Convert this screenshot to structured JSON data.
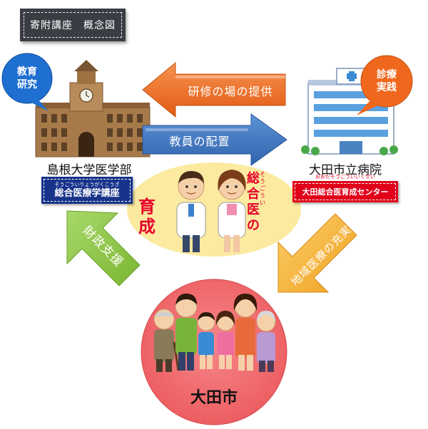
{
  "title": "寄附講座　概念図",
  "university": {
    "name": "島根大学医学部",
    "bubble_line1": "教育",
    "bubble_line2": "研究",
    "department": "総合医療学講座",
    "department_ruby": "そうごういりょうがくこうざ"
  },
  "hospital": {
    "name": "大田市立病院",
    "bubble_line1": "診療",
    "bubble_line2": "実践",
    "center": "大田総合医育成センター",
    "center_ruby": "おおだそうごういいくせい"
  },
  "city": {
    "name": "大田市"
  },
  "center_oval": {
    "left_text": "育成",
    "right_text": "総合医の",
    "right_ruby": "そうごうい"
  },
  "arrows": {
    "training": "研修の場の提供",
    "staff": "教員の配置",
    "finance": "財政支援",
    "regional": "地域医療の充実"
  },
  "colors": {
    "orange_arrow": "#e8661f",
    "blue_arrow": "#3d73bd",
    "green_arrow": "#8cc63e",
    "yellow_arrow": "#f6b133",
    "city_circle": "#f16868",
    "oval": "#fbeaa0",
    "navy_tag": "#17338a",
    "red_tag": "#e1001a",
    "bubble_blue": "#1f6fd1",
    "bubble_orange": "#f0681e"
  }
}
